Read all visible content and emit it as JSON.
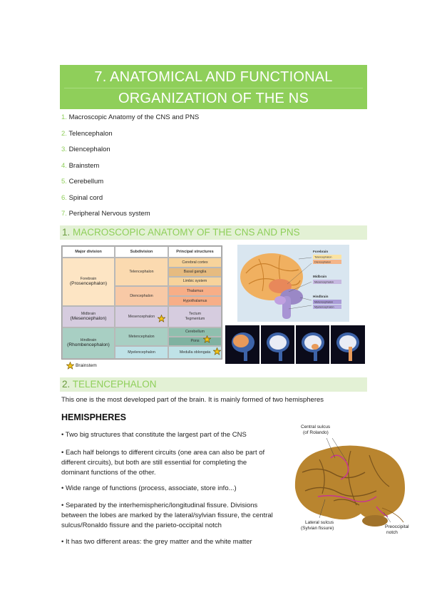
{
  "title": {
    "line1": "7. ANATOMICAL AND FUNCTIONAL",
    "line2": "ORGANIZATION OF THE NS"
  },
  "toc": [
    {
      "num": "1.",
      "text": " Macroscopic Anatomy of the CNS and PNS"
    },
    {
      "num": "2.",
      "text": " Telencephalon"
    },
    {
      "num": "3.",
      "text": " Diencephalon"
    },
    {
      "num": "4.",
      "text": " Brainstem"
    },
    {
      "num": "5.",
      "text": " Cerebellum"
    },
    {
      "num": "6.",
      "text": " Spinal cord"
    },
    {
      "num": "7.",
      "text": " Peripheral Nervous system"
    }
  ],
  "section1": {
    "num": "1.",
    "text": " MACROSCOPIC ANATOMY OF THE CNS AND PNS"
  },
  "table": {
    "headers": [
      "Major division",
      "Subdivision",
      "Principal structures"
    ],
    "forebrain": {
      "small": "Forebrain",
      "big": "(Prosencephalon)"
    },
    "midbrain": {
      "small": "Midbrain",
      "big": "(Mesencephalon)"
    },
    "hindbrain": {
      "small": "Hindbrain",
      "big": "(Rhombencephalon)"
    },
    "subdivisions": {
      "telencephalon": "Telencephalon",
      "diencephalon": "Diencephalon",
      "mesencephalon": "Mesencephalon",
      "metencephalon": "Metencephalon",
      "myelencephalon": "Myelencephalon"
    },
    "structures": {
      "cerebral_cortex": "Cerebral cortex",
      "basal_ganglia": "Basal ganglia",
      "limbic_system": "Limbic system",
      "thalamus": "Thalamus",
      "hypothalamus": "Hypothalamus",
      "tectum": "Tectum",
      "tegmentum": "Tegmentum",
      "cerebellum": "Cerebellum",
      "pons": "Pons",
      "medulla": "Medulla oblongata"
    }
  },
  "legend": {
    "text": "Brainstem"
  },
  "brain_figure": {
    "forebrain": "Forebrain",
    "telencephalon": "Telencephalon",
    "diencephalon": "Diencephalon",
    "midbrain": "Midbrain",
    "mesencephalon": "Mesencephalon",
    "hindbrain": "Hindbrain",
    "metencephalon": "Metencephalon",
    "myelencephalon": "Myelencephalon"
  },
  "section2": {
    "num": "2.",
    "text": " TELENCEPHALON"
  },
  "intro": "This one is the most developed part of the brain. It is mainly formed of two hemispheres",
  "hemispheres_title": "HEMISPHERES",
  "bullets": [
    "• Two big structures that constitute the largest part of the CNS",
    "• Each half belongs to different circuits (one area can also be part of different circuits), but both are still essential for completing the dominant functions of the other.",
    "• Wide range of functions (process, associate, store info...)",
    "• Separated by the interhemispheric/longitudinal fissure. Divisions between the lobes are marked by the lateral/sylvian fissure, the central sulcus/Ronaldo fissure and the parieto-occipital notch",
    "•  It has two different areas: the grey matter and the white matter"
  ],
  "photo_labels": {
    "central_1": "Central sulcus",
    "central_2": "(of Rolando)",
    "lateral_1": "Lateral sulcus",
    "lateral_2": "(Sylvian fissure)",
    "preoccipital_1": "Preoccipital",
    "preoccipital_2": "notch"
  },
  "colors": {
    "accent_green": "#8fcf5a",
    "section_bg": "#e3f1d5"
  }
}
